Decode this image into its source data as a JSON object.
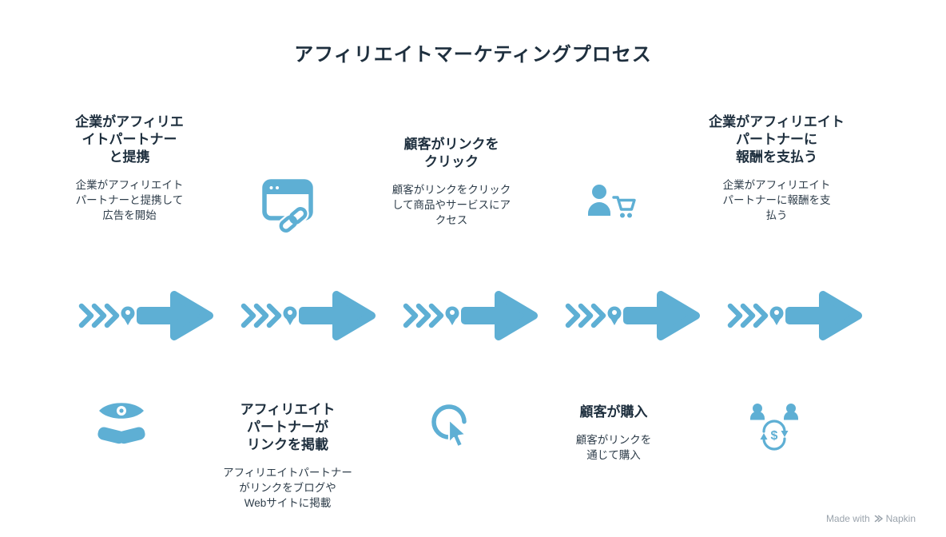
{
  "title": "アフィリエイトマーケティングプロセス",
  "steps": [
    {
      "title": "企業がアフィリエ\nイトパートナー\nと提携",
      "description": "企業がアフィリエイト\nパートナーと提携して\n広告を開始",
      "icon": "eye-handshake",
      "text_position": "top"
    },
    {
      "title": "アフィリエイト\nパートナーが\nリンクを掲載",
      "description": "アフィリエイトパートナー\nがリンクをブログや\nWebサイトに掲載",
      "icon": "browser-link",
      "text_position": "bottom"
    },
    {
      "title": "顧客がリンクを\nクリック",
      "description": "顧客がリンクをクリック\nして商品やサービスにア\nクセス",
      "icon": "cursor-click",
      "text_position": "top"
    },
    {
      "title": "顧客が購入",
      "description": "顧客がリンクを\n通じて購入",
      "icon": "person-cart",
      "text_position": "bottom"
    },
    {
      "title": "企業がアフィリエイト\nパートナーに\n報酬を支払う",
      "description": "企業がアフィリエイト\nパートナーに報酬を支\n払う",
      "icon": "people-money-exchange",
      "text_position": "top"
    }
  ],
  "colors": {
    "accent": "#5EAFD4",
    "title_text": "#1E2F3E",
    "body_text": "#2E3D4A",
    "watermark": "#9AA3AC"
  },
  "watermark": {
    "prefix": "Made with",
    "brand": "Napkin"
  }
}
